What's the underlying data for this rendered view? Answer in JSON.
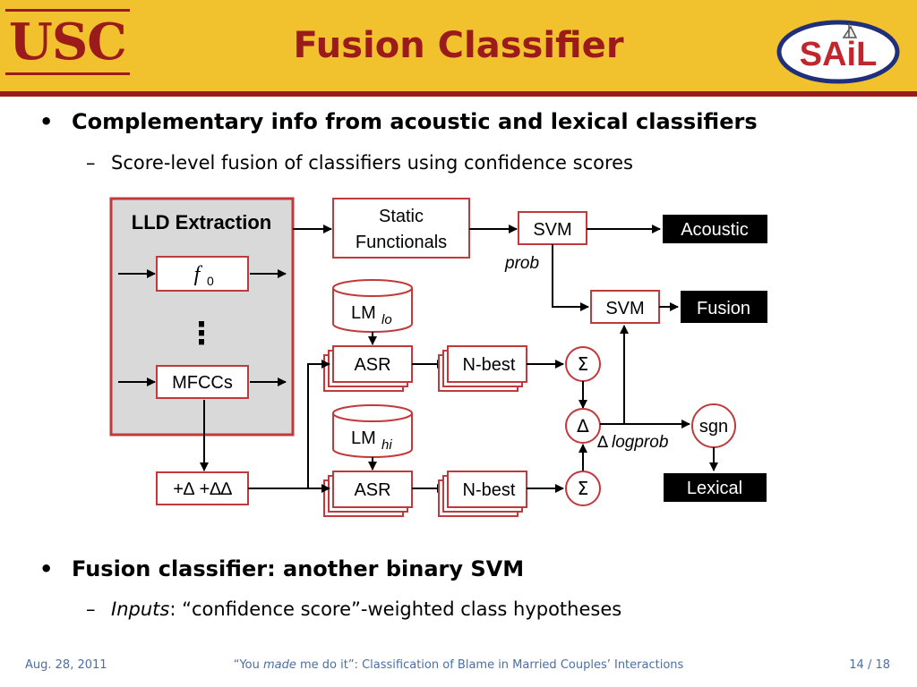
{
  "header": {
    "logo_left": "USC",
    "title": "Fusion Classifier",
    "logo_right": "SAiL"
  },
  "bullets": [
    {
      "text": "Complementary info from acoustic and lexical classifiers",
      "sub": "Score-level fusion of classifiers using confidence scores"
    },
    {
      "text": "Fusion classifier: another binary SVM",
      "sub_italic": "Inputs",
      "sub_rest": ": “confidence score”-weighted class hypotheses"
    }
  ],
  "diagram": {
    "lld_title": "LLD Extraction",
    "f0": "f",
    "f0_sub": "0",
    "ellipsis": "⋮",
    "mfccs": "MFCCs",
    "deltas": "+∆ +∆∆",
    "static_line1": "Static",
    "static_line2": "Functionals",
    "svm_acoustic": "SVM",
    "prob": "prob",
    "svm_fusion": "SVM",
    "acoustic": "Acoustic",
    "fusion": "Fusion",
    "lm_lo": "LM",
    "lm_lo_sub": "lo",
    "lm_hi": "LM",
    "lm_hi_sub": "hi",
    "asr_top": "ASR",
    "asr_bottom": "ASR",
    "nbest_top": "N-best",
    "nbest_bottom": "N-best",
    "sigma_top": "Σ",
    "sigma_bottom": "Σ",
    "delta": "∆",
    "dlogprob_symbol": "∆",
    "dlogprob_text": "logprob",
    "sgn": "sgn",
    "lexical": "Lexical"
  },
  "colors": {
    "header_bg": "#f2c12e",
    "brand_red": "#9b1b1b",
    "box_red": "#c0393b",
    "lld_fill": "#d9d9d9",
    "footer_blue": "#4a6fa5"
  },
  "footer": {
    "date": "Aug. 28, 2011",
    "quote_open": "“You ",
    "quote_made": "made",
    "quote_rest": " me do it”: Classification of Blame in Married Couples’ Interactions",
    "page": "14 / 18"
  }
}
